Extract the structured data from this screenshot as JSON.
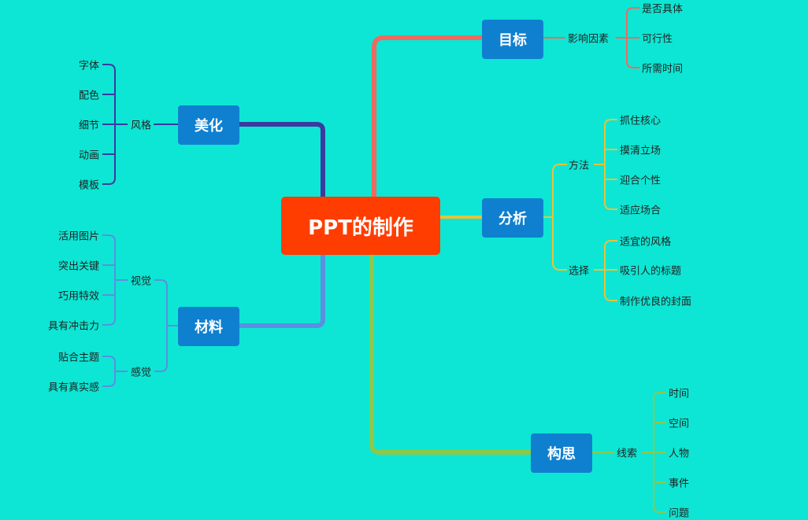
{
  "root": "PPT的制作",
  "branches": {
    "mubiao": {
      "title": "目标",
      "color": "#ee6a5e",
      "sub": "影响因素",
      "leaves": [
        "是否具体",
        "可行性",
        "所需时间"
      ]
    },
    "fenxi": {
      "title": "分析",
      "color": "#e5c33a",
      "sub1": "方法",
      "leaves1": [
        "抓住核心",
        "摸清立场",
        "迎合个性",
        "适应场合"
      ],
      "sub2": "选择",
      "leaves2": [
        "适宜的风格",
        "吸引人的标题",
        "制作优良的封面"
      ]
    },
    "gousi": {
      "title": "构思",
      "color": "#8cc84b",
      "sub": "线索",
      "leaves": [
        "时间",
        "空间",
        "人物",
        "事件",
        "问题"
      ]
    },
    "meihua": {
      "title": "美化",
      "color": "#3b3aa0",
      "sub": "风格",
      "leaves": [
        "字体",
        "配色",
        "细节",
        "动画",
        "模板"
      ]
    },
    "cailiao": {
      "title": "材料",
      "color": "#5b8fe0",
      "sub1": "视觉",
      "leaves1": [
        "活用图片",
        "突出关键",
        "巧用特效",
        "具有冲击力"
      ],
      "sub2": "感觉",
      "leaves2": [
        "贴合主题",
        "具有真实感"
      ]
    }
  }
}
